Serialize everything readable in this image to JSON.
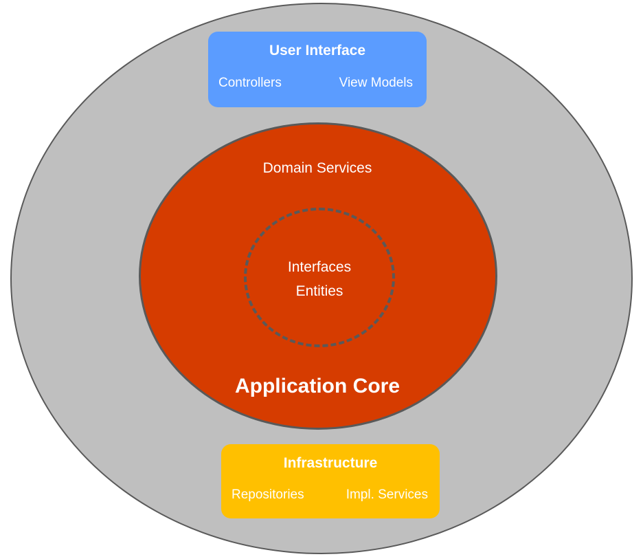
{
  "diagram": {
    "colors": {
      "outer_layer": "#bfbfbf",
      "core": "#d63c00",
      "border": "#595959",
      "user_interface": "#5b9cff",
      "infrastructure": "#ffc000",
      "text": "#ffffff"
    },
    "user_interface": {
      "title": "User Interface",
      "items": [
        "Controllers",
        "View Models"
      ]
    },
    "core": {
      "outer_label": "Domain Services",
      "inner_labels": [
        "Interfaces",
        "Entities"
      ],
      "title": "Application Core"
    },
    "infrastructure": {
      "title": "Infrastructure",
      "items": [
        "Repositories",
        "Impl. Services"
      ]
    }
  }
}
